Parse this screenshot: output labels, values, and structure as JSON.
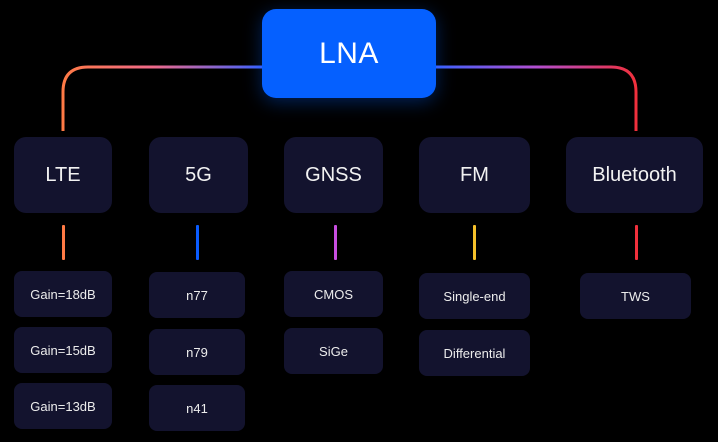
{
  "root": {
    "label": "LNA",
    "color": "#0560ff"
  },
  "categories": [
    {
      "label": "LTE",
      "accent": "#ff7a45",
      "children": [
        "Gain=18dB",
        "Gain=15dB",
        "Gain=13dB"
      ]
    },
    {
      "label": "5G",
      "accent": "#0a5cff",
      "children": [
        "n77",
        "n79",
        "n41"
      ]
    },
    {
      "label": "GNSS",
      "accent": "#c84ee0",
      "children": [
        "CMOS",
        "SiGe"
      ]
    },
    {
      "label": "FM",
      "accent": "#f5c02a",
      "children": [
        "Single-end",
        "Differential"
      ]
    },
    {
      "label": "Bluetooth",
      "accent": "#f0303c",
      "children": [
        "TWS"
      ]
    }
  ],
  "connector": {
    "gradient_left": [
      "#ff7a45",
      "#4a63ff"
    ],
    "gradient_right": [
      "#4a63ff",
      "#f0303c"
    ]
  }
}
